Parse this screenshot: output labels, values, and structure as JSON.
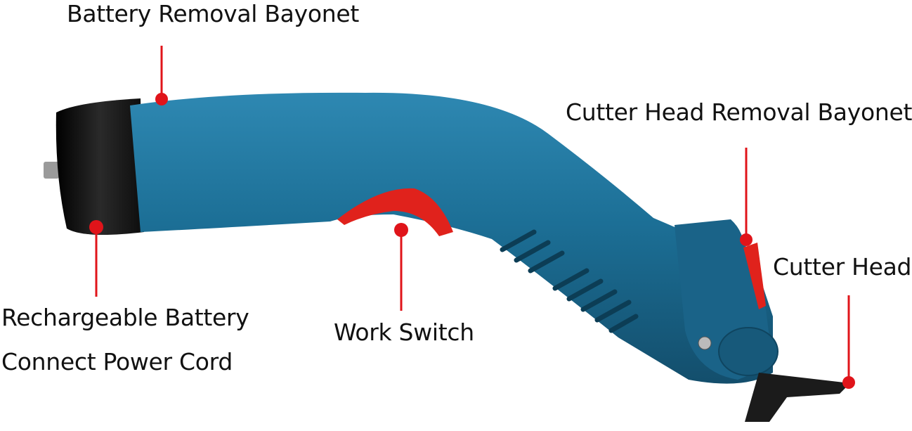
{
  "labels": {
    "battery_removal_bayonet": "Battery Removal Bayonet",
    "cutter_head_removal_bayonet": "Cutter Head Removal Bayonet",
    "cutter_head": "Cutter Head",
    "rechargeable_battery": "Rechargeable Battery",
    "connect_power_cord": "Connect Power Cord",
    "work_switch": "Work Switch"
  },
  "colors": {
    "body": "#1c6f96",
    "battery": "#141414",
    "trigger": "#e0221c",
    "callout": "#e0141a"
  }
}
